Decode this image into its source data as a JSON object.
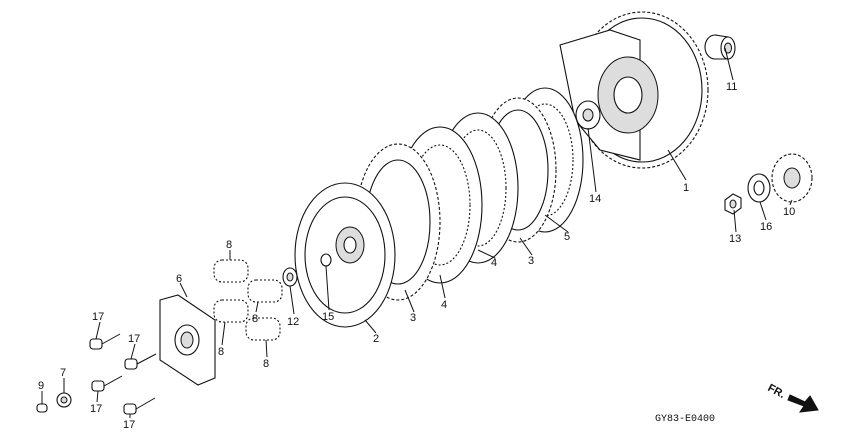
{
  "diagram": {
    "code": "GY83-E0400",
    "direction_label": "FR.",
    "callouts": [
      {
        "id": "c1",
        "text": "1"
      },
      {
        "id": "c2",
        "text": "2"
      },
      {
        "id": "c3a",
        "text": "3"
      },
      {
        "id": "c3b",
        "text": "3"
      },
      {
        "id": "c4a",
        "text": "4"
      },
      {
        "id": "c4b",
        "text": "4"
      },
      {
        "id": "c5",
        "text": "5"
      },
      {
        "id": "c6",
        "text": "6"
      },
      {
        "id": "c7",
        "text": "7"
      },
      {
        "id": "c8a",
        "text": "8"
      },
      {
        "id": "c8b",
        "text": "8"
      },
      {
        "id": "c8c",
        "text": "8"
      },
      {
        "id": "c8d",
        "text": "8"
      },
      {
        "id": "c9",
        "text": "9"
      },
      {
        "id": "c10",
        "text": "10"
      },
      {
        "id": "c11",
        "text": "11"
      },
      {
        "id": "c12",
        "text": "12"
      },
      {
        "id": "c13",
        "text": "13"
      },
      {
        "id": "c14",
        "text": "14"
      },
      {
        "id": "c15",
        "text": "15"
      },
      {
        "id": "c16",
        "text": "16"
      },
      {
        "id": "c17a",
        "text": "17"
      },
      {
        "id": "c17b",
        "text": "17"
      },
      {
        "id": "c17c",
        "text": "17"
      },
      {
        "id": "c17d",
        "text": "17"
      }
    ]
  }
}
